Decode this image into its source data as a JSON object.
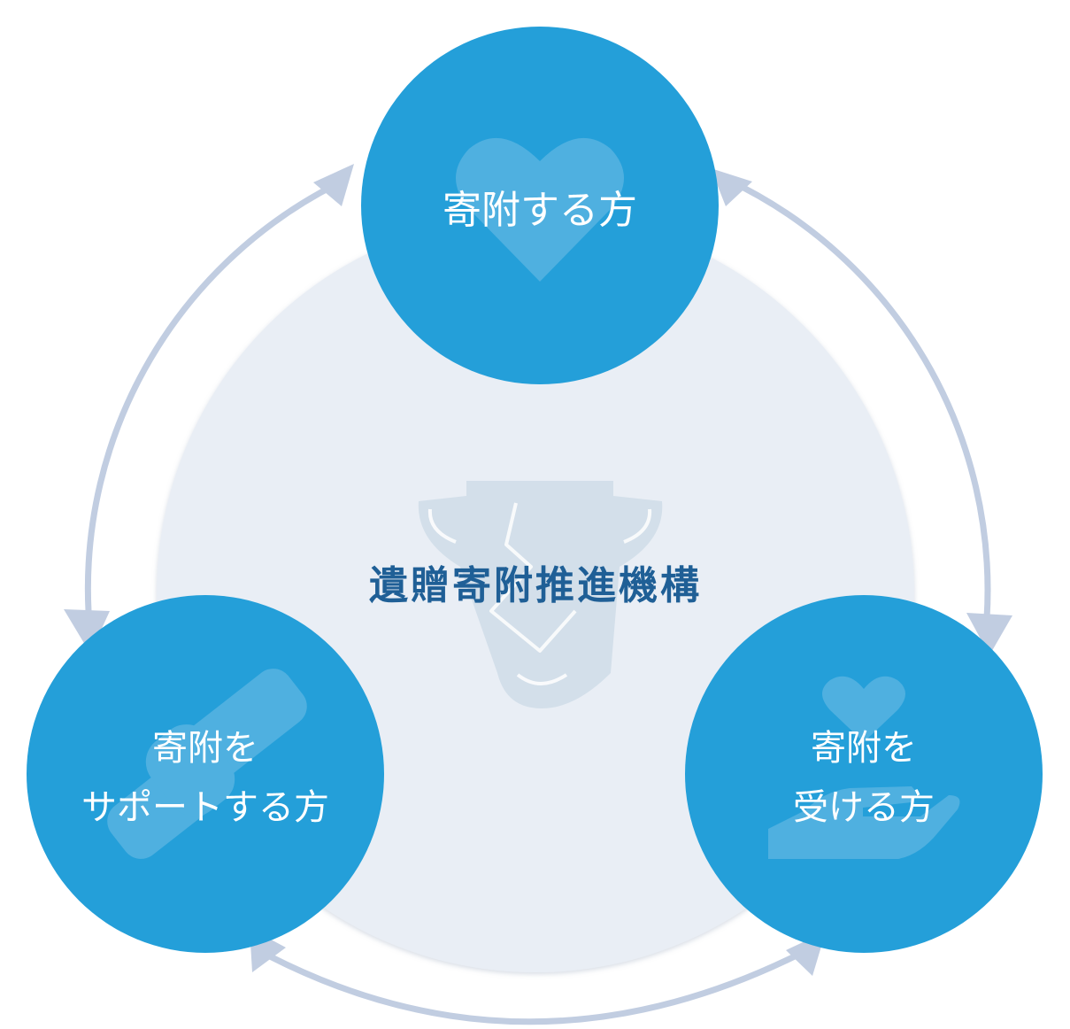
{
  "colors": {
    "background": "#ffffff",
    "center_circle": "#e9eef5",
    "node_circle": "#249fd9",
    "node_icon": "#4fb0e0",
    "center_text": "#1f5f96",
    "center_icon": "#d3dfea",
    "arrow": "#c1cde1",
    "node_text": "#ffffff"
  },
  "center": {
    "title": "遺贈寄附推進機構",
    "icon": "trophy-emblem-icon"
  },
  "nodes": {
    "donor": {
      "label": "寄附する方",
      "icon": "heart-icon"
    },
    "supporter": {
      "label_line1": "寄附を",
      "label_line2": "サポートする方",
      "icon": "handshake-icon"
    },
    "recipient": {
      "label_line1": "寄附を",
      "label_line2": "受ける方",
      "icon": "heart-in-hand-icon"
    }
  }
}
